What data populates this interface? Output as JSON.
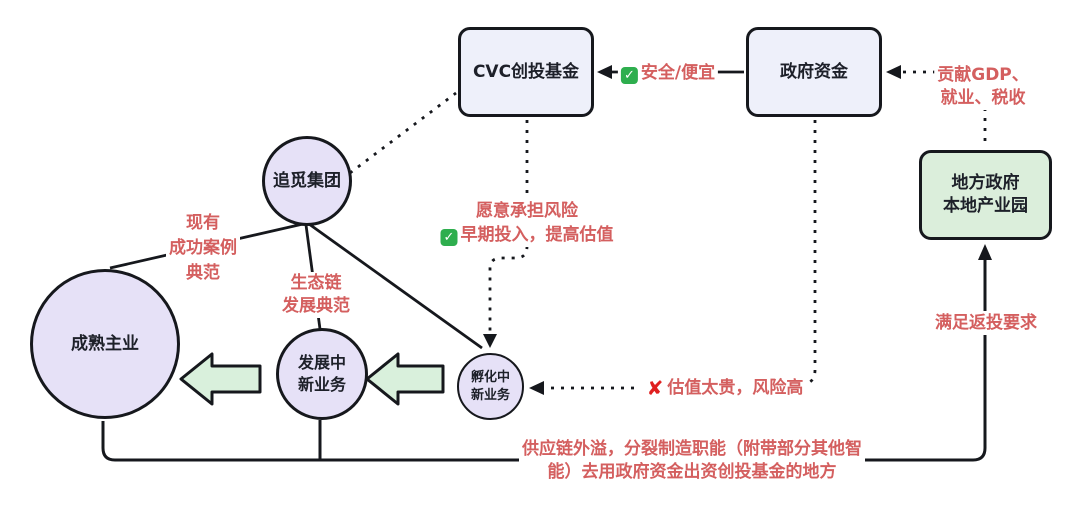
{
  "diagram": {
    "title_hint": "CVC / government fund ecosystem diagram",
    "nodes": {
      "cvc_fund": "CVC创投基金",
      "gov_fund": "政府资金",
      "industrial_park": [
        "地方政府",
        "本地产业园"
      ],
      "dreame_group": "追觅集团",
      "mature_business": "成熟主业",
      "developing_business": [
        "发展中",
        "新业务"
      ],
      "incubating_business": [
        "孵化中",
        "新业务"
      ]
    },
    "labels": {
      "safe_cheap": {
        "badge": "✓",
        "text": "安全/便宜"
      },
      "contribute_gdp": {
        "lines": [
          "贡献GDP、",
          "就业、税收"
        ]
      },
      "willing_risk": {
        "line1": "愿意承担风险",
        "badge": "✓",
        "line2": "早期投入，提高估值"
      },
      "existing_case": {
        "lines": [
          "现有",
          "成功案例",
          "典范"
        ]
      },
      "ecosystem": {
        "lines": [
          "生态链",
          "发展典范"
        ]
      },
      "valuation_risk": {
        "cross": "✘",
        "text": "估值太贵，风险高"
      },
      "reinvest": "满足返投要求",
      "supply_chain": {
        "lines": [
          "供应链外溢，分裂制造职能（附带部分其他智",
          "能）去用政府资金出资创投基金的地方"
        ]
      }
    },
    "colors": {
      "red_text": "#d45f5f",
      "cross_red": "#e02020",
      "check_green": "#2eae4e",
      "line": "#16181d",
      "purple_fill": "#e6e1f7",
      "blue_fill": "#eef0fa",
      "green_box_fill": "#dbeedb",
      "green_arrow_fill": "#d9f0dc"
    }
  }
}
